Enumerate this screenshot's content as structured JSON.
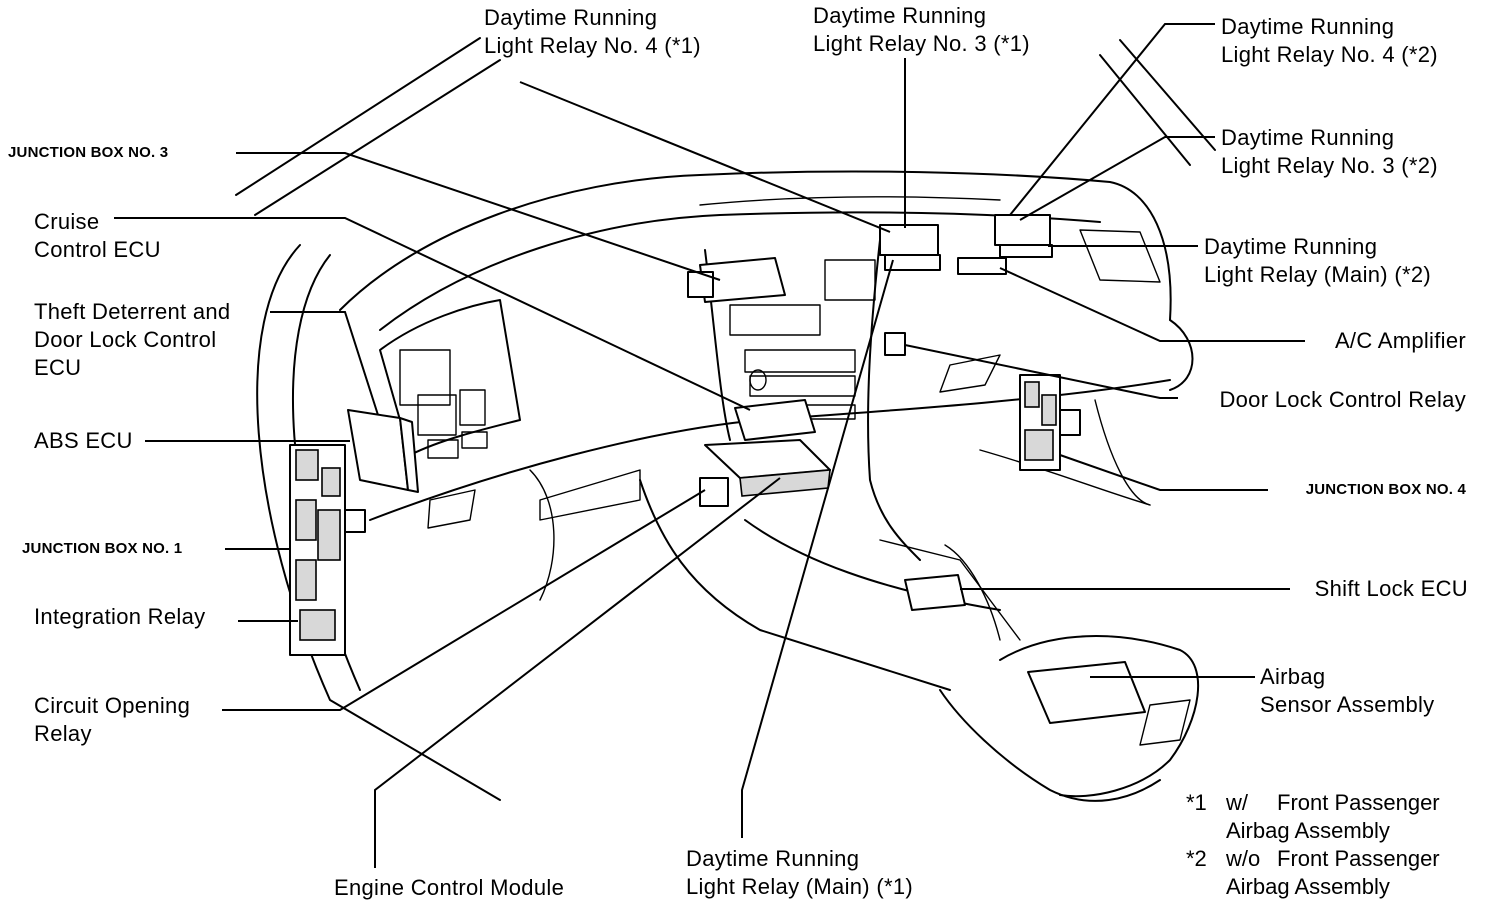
{
  "labels": {
    "drl4_1": [
      "Daytime Running",
      "Light Relay No. 4 (*1)"
    ],
    "drl3_1": [
      "Daytime Running",
      "Light Relay No. 3 (*1)"
    ],
    "drl4_2": [
      "Daytime Running",
      "Light Relay No. 4 (*2)"
    ],
    "drl3_2": [
      "Daytime Running",
      "Light Relay No. 3 (*2)"
    ],
    "drlmain_2": [
      "Daytime Running",
      "Light Relay (Main) (*2)"
    ],
    "ac_amp": "A/C Amplifier",
    "door_lock_relay": "Door Lock Control Relay",
    "jb4": "JUNCTION  BOX NO. 4",
    "shift_lock": "Shift Lock ECU",
    "airbag_sensor": [
      "Airbag",
      "Sensor Assembly"
    ],
    "jb3": "JUNCTION  BOX NO.  3",
    "cruise": [
      "Cruise",
      "Control ECU"
    ],
    "theft": [
      "Theft Deterrent and",
      "Door Lock Control",
      "ECU"
    ],
    "abs": "ABS ECU",
    "jb1": "JUNCTION  BOX NO. 1",
    "integration": "Integration Relay",
    "circuit_opening": [
      "Circuit Opening",
      "Relay"
    ],
    "ecm": "Engine Control Module",
    "drlmain_1": [
      "Daytime Running",
      "Light Relay (Main) (*1)"
    ]
  },
  "notes": [
    {
      "mark": "*1",
      "prefix": "w/",
      "line1": "Front Passenger",
      "line2": "Airbag Assembly"
    },
    {
      "mark": "*2",
      "prefix": "w/o",
      "line1": "Front Passenger",
      "line2": "Airbag Assembly"
    }
  ]
}
